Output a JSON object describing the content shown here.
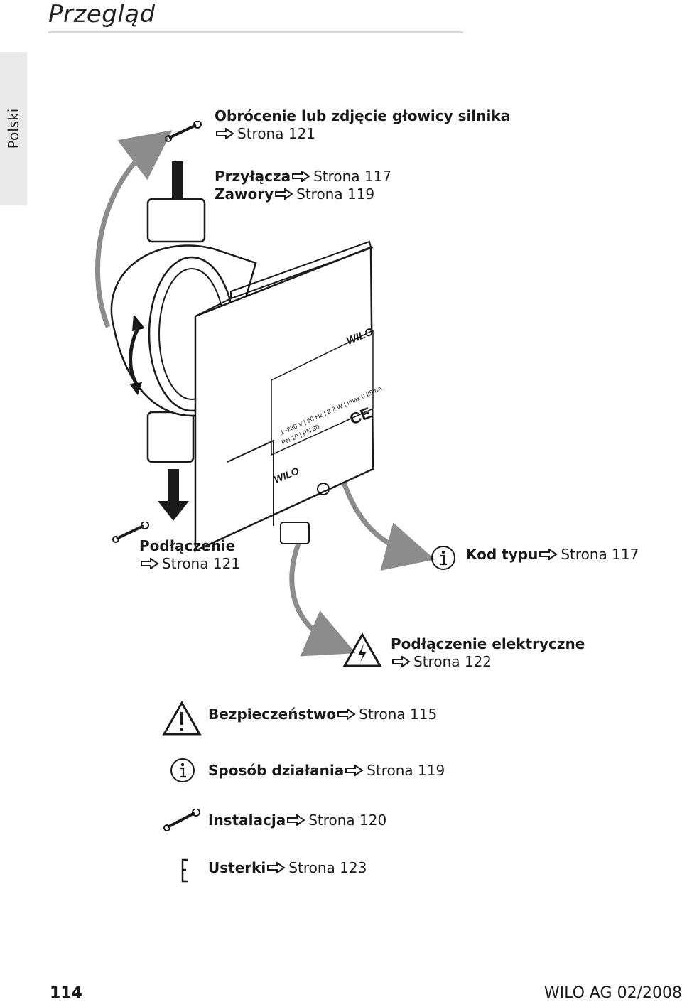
{
  "page": {
    "title": "Przegląd",
    "side_tab": "Polski",
    "page_number": "114",
    "footer_right": "WILO AG 02/2008"
  },
  "illustration": {
    "brand_top": "WILO",
    "brand_bottom": "WILO",
    "plate_line1": "1~230 V | 50 Hz | 2,2 W | Imax 0,25mA",
    "plate_line2": "PN 10 | PN 30",
    "ce_mark": "CE"
  },
  "callouts": {
    "motor_head": {
      "title": "Obrócenie lub zdjęcie głowicy silnika",
      "page": "Strona 121",
      "icon": "wrench-icon"
    },
    "fittings": {
      "title": "Przyłącza",
      "page": "Strona 117"
    },
    "valves": {
      "title": "Zawory",
      "page": "Strona 119"
    },
    "connection": {
      "title": "Podłączenie",
      "page": "Strona 121",
      "icon": "wrench-icon"
    },
    "type_code": {
      "title": "Kod typu",
      "page": "Strona 117",
      "icon": "info-icon"
    },
    "electrical": {
      "title": "Podłączenie elektryczne",
      "page": "Strona 122",
      "icon": "electric-warning-icon"
    }
  },
  "index": [
    {
      "icon": "warning-icon",
      "title": "Bezpieczeństwo",
      "page": "Strona 115"
    },
    {
      "icon": "info-icon",
      "title": "Sposób działania",
      "page": "Strona 119"
    },
    {
      "icon": "wrench-icon",
      "title": "Instalacja",
      "page": "Strona 120"
    },
    {
      "icon": "fault-icon",
      "title": "Usterki",
      "page": "Strona 123"
    }
  ],
  "colors": {
    "arrow_grey": "#8c8c8c",
    "rule_grey": "#d9d9d9",
    "tab_grey": "#e9e9e9"
  }
}
